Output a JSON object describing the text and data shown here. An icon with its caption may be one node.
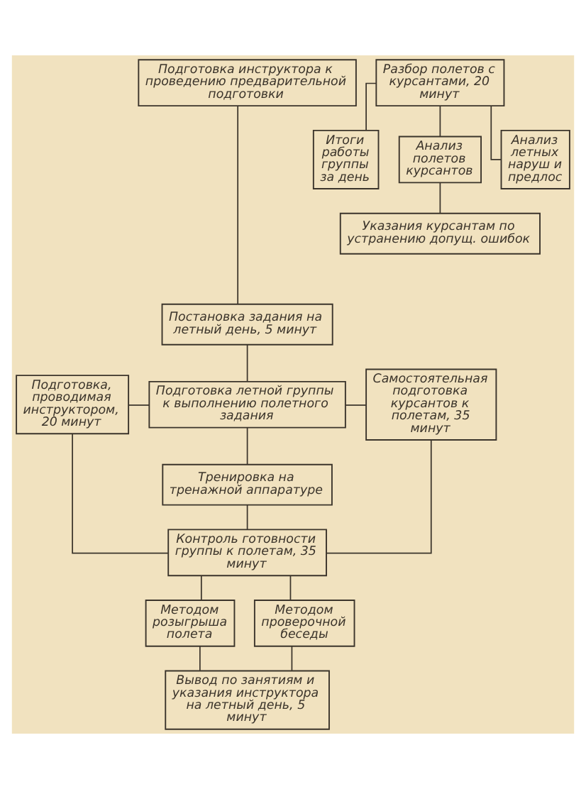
{
  "diagram": {
    "nodes": [
      {
        "text": [
          "Подготовка инструктора к проведению предварительной подготовки"
        ]
      },
      {
        "text": [
          "Разбор полетов с курсантами, 20 минут"
        ]
      },
      {
        "text": [
          "Итоги работы группы за день"
        ]
      },
      {
        "text": [
          "Анализ полетов курсантов"
        ]
      },
      {
        "text": [
          "Анализ летных наруш и предлос"
        ]
      },
      {
        "text": [
          "Указания курсантам по устранению допущ. ошибок"
        ]
      },
      {
        "text": [
          "Постановка задания на летный день, 5 минут"
        ]
      },
      {
        "text": [
          "Подготовка, проводимая инструктором, 20 минут"
        ]
      },
      {
        "text": [
          "Подготовка летной группы к выполнению полетного задания"
        ]
      },
      {
        "text": [
          "Самостоятельная подготовка курсантов к полетам, 35 минут"
        ]
      },
      {
        "text": [
          "Тренировка на тренажной аппаратуре"
        ]
      },
      {
        "text": [
          "Контроль готовности группы к полетам, 35 минут"
        ]
      },
      {
        "text": [
          "Методом розыгрыша полета"
        ]
      },
      {
        "text": [
          "Методом проверочной беседы"
        ]
      },
      {
        "text": [
          "Вывод по занятиям и указания инструктора на летный день, 5 минут"
        ]
      }
    ],
    "edges": [
      {
        "from": 0,
        "to": 6,
        "arrow": "none"
      },
      {
        "from": 1,
        "to": 2,
        "arrow": "none"
      },
      {
        "from": 1,
        "to": 3,
        "arrow": "none"
      },
      {
        "from": 1,
        "to": 4,
        "arrow": "none"
      },
      {
        "from": 3,
        "to": 5,
        "arrow": "none"
      },
      {
        "from": 6,
        "to": 8,
        "arrow": "none"
      },
      {
        "from": 7,
        "to": 8,
        "arrow": "none"
      },
      {
        "from": 8,
        "to": 9,
        "arrow": "none"
      },
      {
        "from": 8,
        "to": 10,
        "arrow": "none"
      },
      {
        "from": 7,
        "to": 11,
        "arrow": "none"
      },
      {
        "from": 10,
        "to": 11,
        "arrow": "none"
      },
      {
        "from": 9,
        "to": 11,
        "arrow": "none"
      },
      {
        "from": 11,
        "to": 12,
        "arrow": "none"
      },
      {
        "from": 11,
        "to": 13,
        "arrow": "none"
      },
      {
        "from": 12,
        "to": 14,
        "arrow": "none"
      },
      {
        "from": 13,
        "to": 14,
        "arrow": "none"
      }
    ]
  }
}
